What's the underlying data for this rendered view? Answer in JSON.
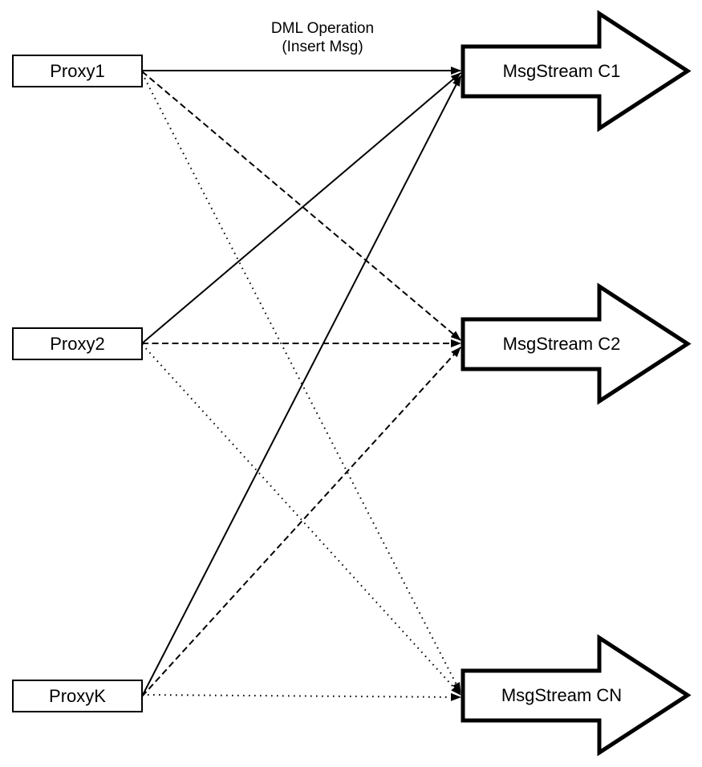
{
  "title": {
    "text": "DML Operation\n(Insert Msg)"
  },
  "proxies": [
    {
      "id": "proxy1",
      "label": "Proxy1"
    },
    {
      "id": "proxy2",
      "label": "Proxy2"
    },
    {
      "id": "proxyk",
      "label": "ProxyK"
    }
  ],
  "streams": [
    {
      "id": "msgstream-c1",
      "label": "MsgStream C1"
    },
    {
      "id": "msgstream-c2",
      "label": "MsgStream C2"
    },
    {
      "id": "msgstream-cn",
      "label": "MsgStream CN"
    }
  ],
  "edges": [
    {
      "from": "Proxy1",
      "to": "MsgStream C1",
      "style": "solid"
    },
    {
      "from": "Proxy2",
      "to": "MsgStream C1",
      "style": "solid"
    },
    {
      "from": "ProxyK",
      "to": "MsgStream C1",
      "style": "solid"
    },
    {
      "from": "Proxy1",
      "to": "MsgStream C2",
      "style": "dashed"
    },
    {
      "from": "Proxy2",
      "to": "MsgStream C2",
      "style": "dashed"
    },
    {
      "from": "ProxyK",
      "to": "MsgStream C2",
      "style": "dashed"
    },
    {
      "from": "Proxy1",
      "to": "MsgStream CN",
      "style": "dotted"
    },
    {
      "from": "Proxy2",
      "to": "MsgStream CN",
      "style": "dotted"
    },
    {
      "from": "ProxyK",
      "to": "MsgStream CN",
      "style": "dotted"
    }
  ],
  "colors": {
    "line": "#000000",
    "shape_fill": "#ffffff",
    "background": "#ffffff"
  }
}
